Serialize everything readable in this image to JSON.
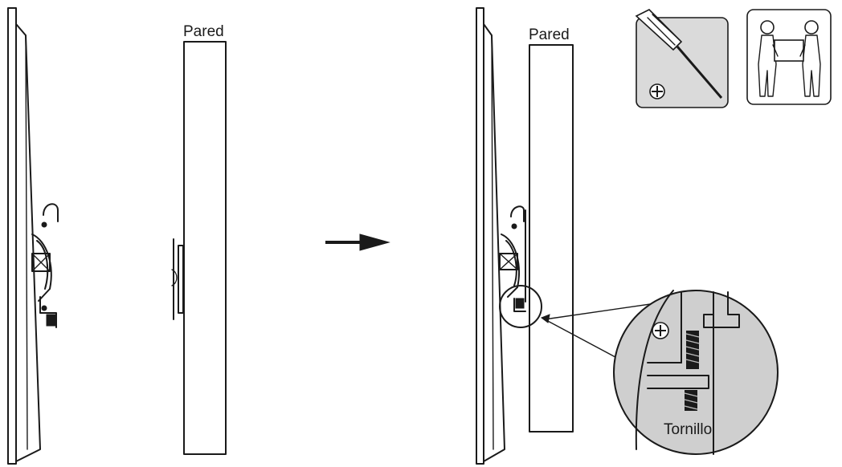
{
  "labels": {
    "wall_left": "Pared",
    "wall_right": "Pared",
    "screw": "Tornillo"
  },
  "icons": {
    "tool": "screwdriver-icon",
    "people": "two-people-carrying-icon"
  },
  "colors": {
    "line": "#1a1a1a",
    "zoom_fill": "#cfcfcf",
    "tool_box_fill": "#dadada"
  }
}
